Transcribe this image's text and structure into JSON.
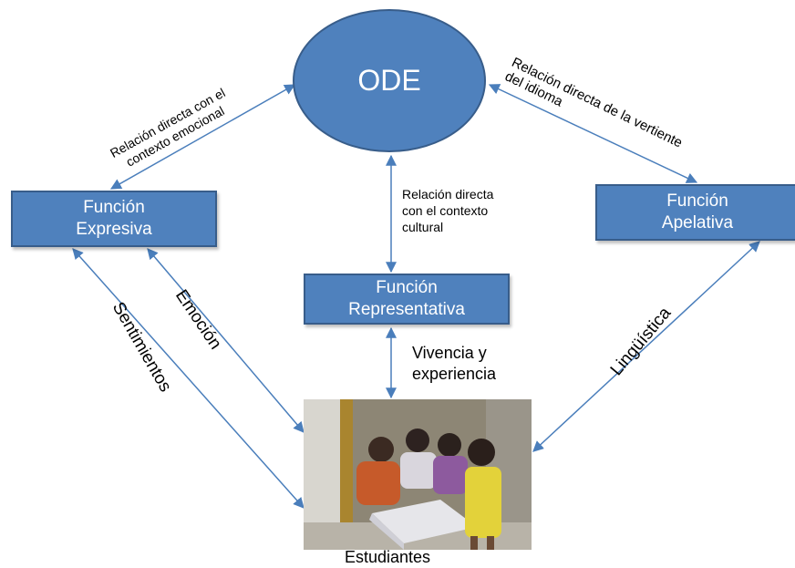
{
  "nodes": {
    "ode": "ODE",
    "expresiva": [
      "Función",
      "Expresiva"
    ],
    "apelativa": [
      "Función",
      "Apelativa"
    ],
    "representativa": [
      "Función",
      "Representativa"
    ]
  },
  "edge_labels": {
    "expresiva_ode": [
      "Relación directa con el",
      "contexto emocional"
    ],
    "ode_apelativa": [
      "Relación directa de la vertiente",
      "del idioma"
    ],
    "ode_representativa": [
      "Relación directa",
      "con el contexto",
      "cultural"
    ],
    "representativa_estudiantes": [
      "Vivencia y",
      "experiencia"
    ],
    "sentimientos": "Sentimientos",
    "emocion": "Emoción",
    "linguistica": "Lingüística"
  },
  "photo_caption": "Estudiantes",
  "colors": {
    "node_fill": "#4f81bd",
    "node_border": "#385d8a",
    "arrow": "#4a7ebb"
  }
}
